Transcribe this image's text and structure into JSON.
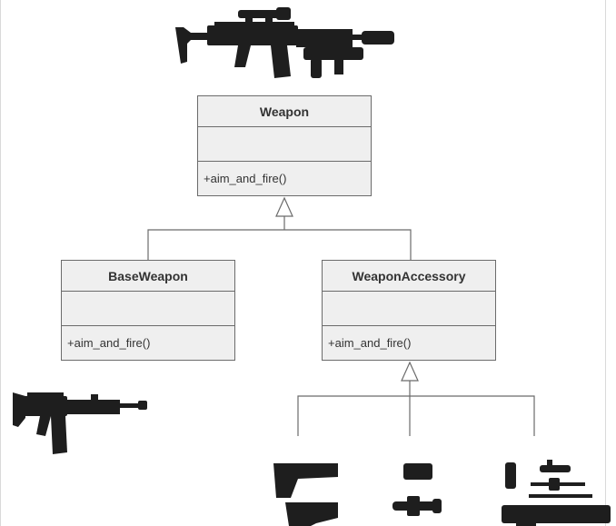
{
  "diagram": {
    "classes": {
      "weapon": {
        "name": "Weapon",
        "method": "+aim_and_fire()"
      },
      "base_weapon": {
        "name": "BaseWeapon",
        "method": "+aim_and_fire()"
      },
      "weapon_accessory": {
        "name": "WeaponAccessory",
        "method": "+aim_and_fire()"
      }
    },
    "images": {
      "top": "assault-rifle-with-scope-grenade-launcher-and-grip",
      "left": "base-assault-rifle",
      "accessories": [
        "folding-stock",
        "collapsible-stock",
        "red-dot-sight",
        "rifle-scope",
        "vertical-grip",
        "flashlight",
        "bipod",
        "grenade-launcher"
      ]
    },
    "colors": {
      "box_fill": "#efefef",
      "box_border": "#6b6b6b",
      "line": "#6b6b6b",
      "gun": "#1e1e1e"
    }
  }
}
